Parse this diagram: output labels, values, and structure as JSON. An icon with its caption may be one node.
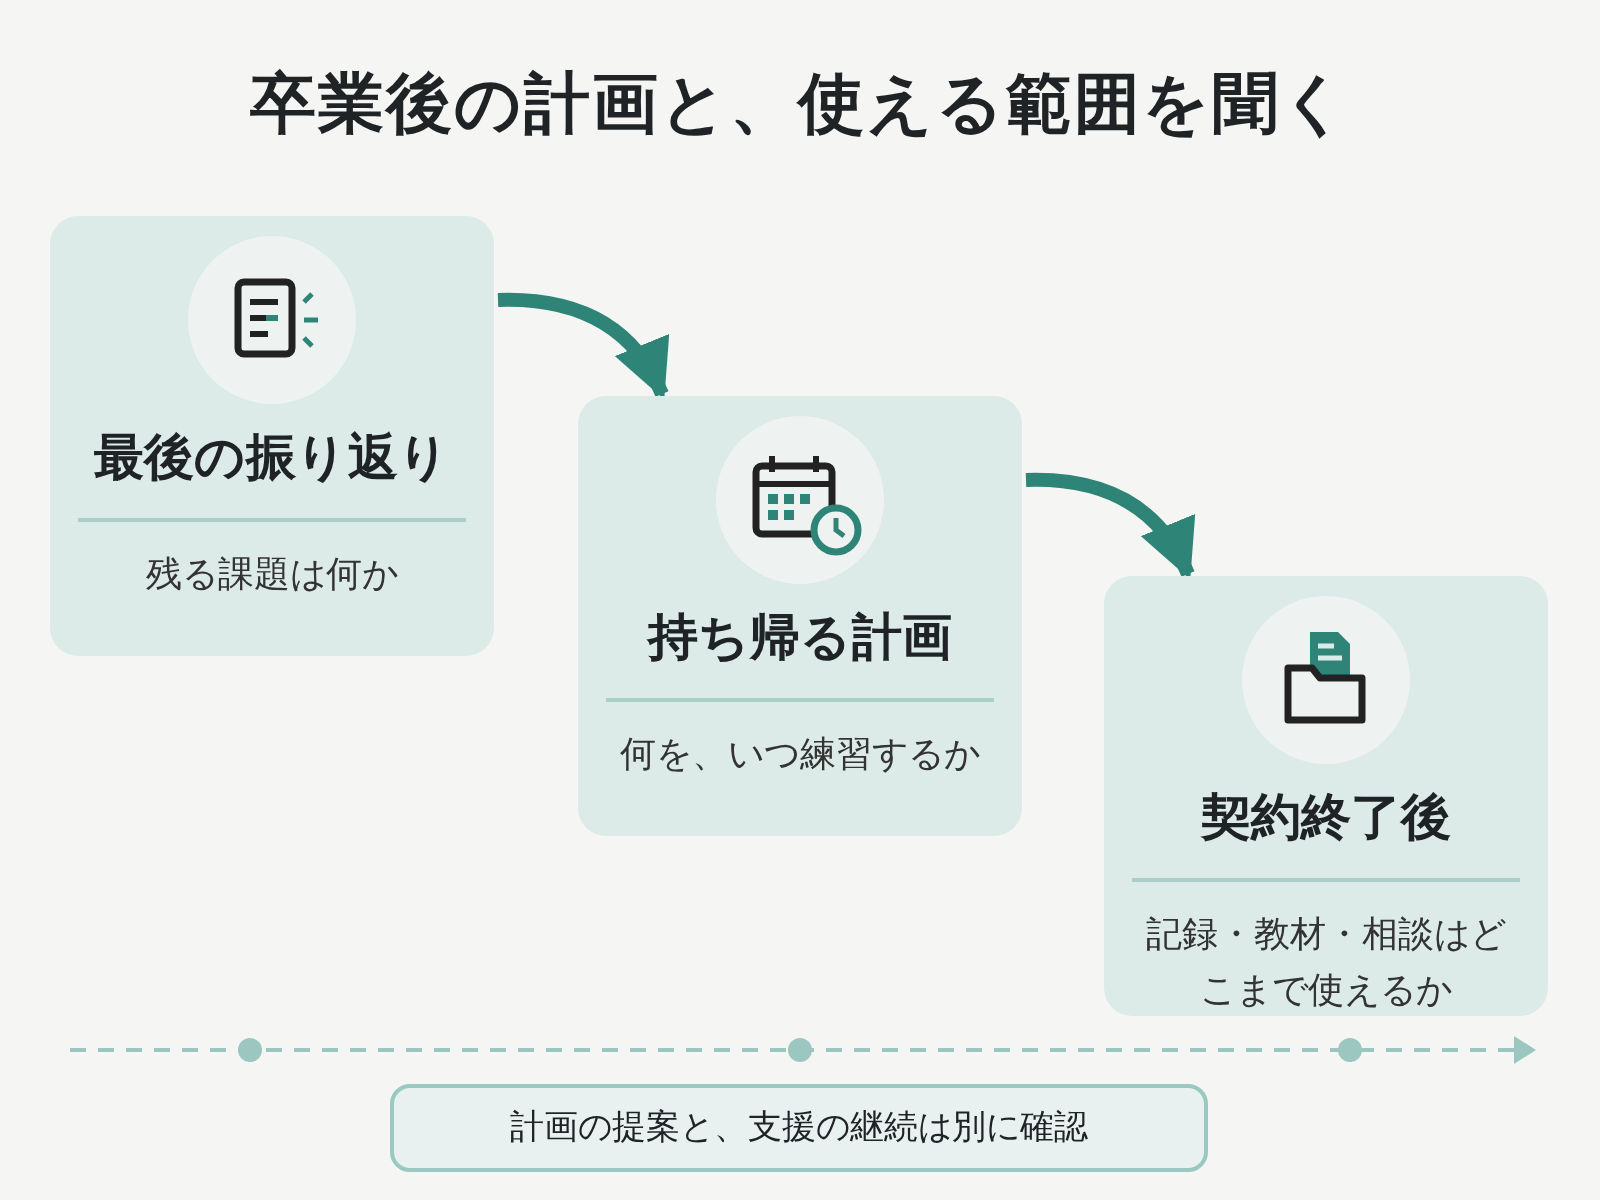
{
  "diagram": {
    "title": "卒業後の計画と、使える範囲を聞く",
    "nodes": [
      {
        "text": [
          "最後の振り返り",
          "残る課題は何か"
        ]
      },
      {
        "text": [
          "持ち帰る計画",
          "何を、いつ練習するか"
        ]
      },
      {
        "text": [
          "契約終了後",
          "記録・教材・相談はどこまで使えるか"
        ]
      },
      {
        "text": [
          "計画の提案と、支援の継続は別に確認"
        ]
      }
    ],
    "edges": [
      {
        "from": 0,
        "to": 1,
        "arrow": "to"
      },
      {
        "from": 1,
        "to": 2,
        "arrow": "to"
      }
    ]
  }
}
